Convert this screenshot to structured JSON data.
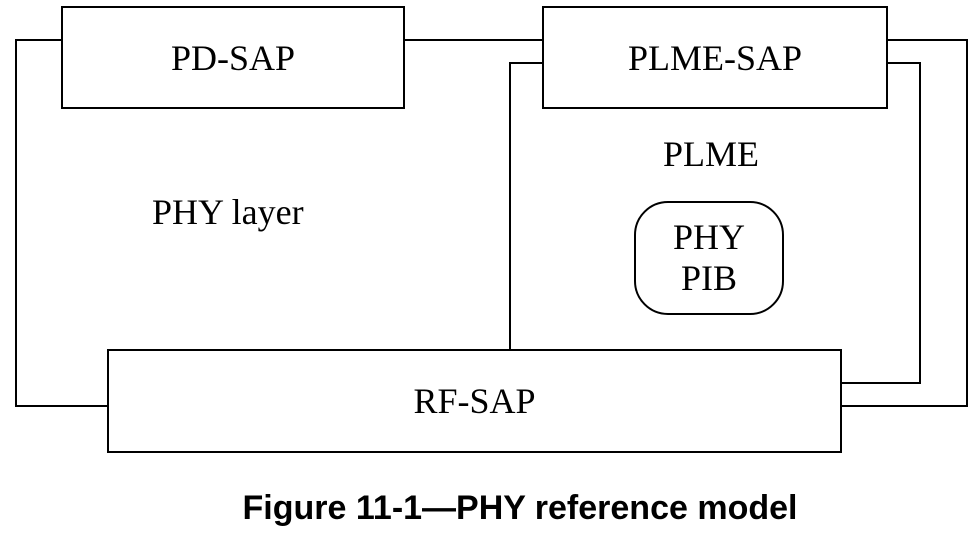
{
  "diagram": {
    "boxes": {
      "pd_sap": "PD-SAP",
      "plme_sap": "PLME-SAP",
      "rf_sap": "RF-SAP",
      "phy_pib_line1": "PHY",
      "phy_pib_line2": "PIB"
    },
    "labels": {
      "phy_layer": "PHY layer",
      "plme": "PLME"
    },
    "caption": "Figure 11-1—PHY reference model",
    "colors": {
      "stroke": "#000000",
      "background": "#ffffff"
    }
  }
}
